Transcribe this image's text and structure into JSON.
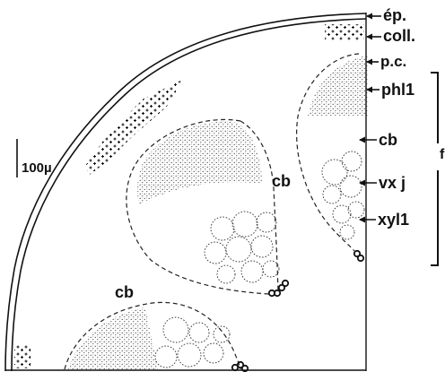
{
  "scale_bar": {
    "label": "100µ"
  },
  "bundle_labels": [
    "cb",
    "cb"
  ],
  "right_labels": [
    {
      "key": "ep",
      "text": "ép."
    },
    {
      "key": "coll",
      "text": "coll."
    },
    {
      "key": "pc",
      "text": "p.c."
    },
    {
      "key": "phl1",
      "text": "phl1"
    },
    {
      "key": "cb",
      "text": "cb"
    },
    {
      "key": "vxj",
      "text": "vx j"
    },
    {
      "key": "xyl1",
      "text": "xyl1"
    }
  ],
  "bracket_label": "f"
}
